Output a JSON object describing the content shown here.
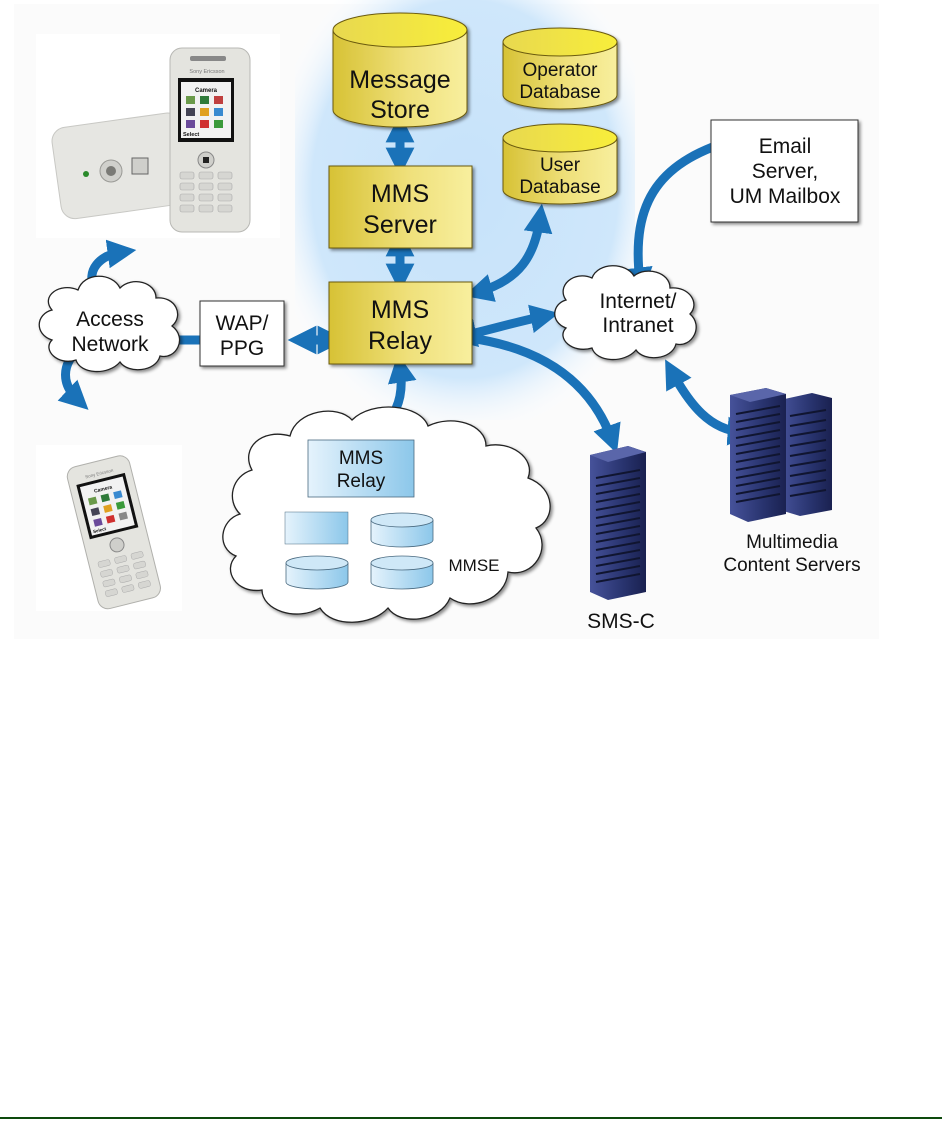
{
  "diagram": {
    "title": "MMS network architecture",
    "core": {
      "message_store": [
        "Message",
        "Store"
      ],
      "operator_db": [
        "Operator",
        "Database"
      ],
      "user_db": [
        "User",
        "Database"
      ],
      "mms_server": [
        "MMS",
        "Server"
      ],
      "mms_relay": [
        "MMS",
        "Relay"
      ]
    },
    "access_network": [
      "Access",
      "Network"
    ],
    "wap_ppg": [
      "WAP/",
      "PPG"
    ],
    "internet": [
      "Internet/",
      "Intranet"
    ],
    "email_server": [
      "Email",
      "Server,",
      "UM Mailbox"
    ],
    "mmse": {
      "relay": [
        "MMS",
        "Relay"
      ],
      "label": "MMSE"
    },
    "sms_c": "SMS-C",
    "content_servers": [
      "Multimedia",
      "Content Servers"
    ],
    "phone_top": {
      "brand": "Sony Ericsson",
      "screen_title": "Camera",
      "softkey": "Select"
    },
    "phone_bottom": {
      "brand": "Sony Ericsson",
      "screen_title": "Camera",
      "softkey": "Select"
    },
    "colors": {
      "arrow": "#1a72b8",
      "core_fill_light": "#f6eb9a",
      "core_fill_dark": "#d9c43a",
      "core_zone": "#c9e4fb",
      "mmse_fill": "#a8d4ef",
      "server": "#2e3a78",
      "footer_rule": "#0d4a0d"
    }
  }
}
